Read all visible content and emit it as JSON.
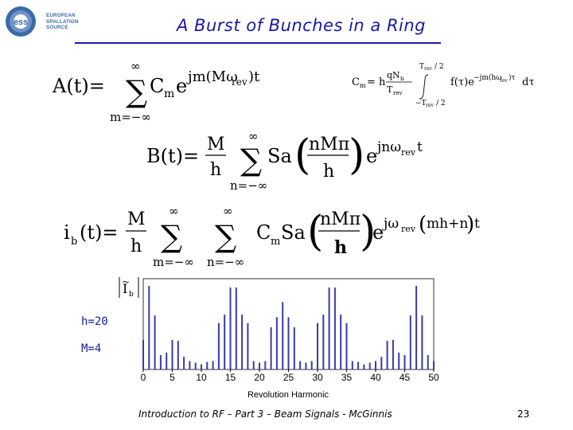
{
  "slide": {
    "title": "A Burst of Bunches in a Ring",
    "footer": "Introduction to RF – Part 3 – Beam Signals - McGinnis",
    "page_number": "23",
    "logo_lines": [
      "EUROPEAN",
      "SPALLATION",
      "SOURCE"
    ],
    "logo_badge": "ess",
    "params": [
      "h=20",
      "M=4"
    ]
  },
  "colors": {
    "title": "#1a1aa0",
    "bars": "#3a3aa8",
    "logo": "#3a6aa8"
  },
  "chart_data": {
    "type": "bar",
    "title": "",
    "xlabel": "Revolution Harmonic",
    "ylabel": "|Ĩb|",
    "xlim": [
      0,
      50
    ],
    "xticks": [
      0,
      5,
      10,
      15,
      20,
      25,
      30,
      35,
      40,
      45,
      50
    ],
    "x": [
      0,
      1,
      2,
      3,
      4,
      5,
      6,
      7,
      8,
      9,
      10,
      11,
      12,
      13,
      14,
      15,
      16,
      17,
      18,
      19,
      20,
      21,
      22,
      23,
      24,
      25,
      26,
      27,
      28,
      29,
      30,
      31,
      32,
      33,
      34,
      35,
      36,
      37,
      38,
      39,
      40,
      41,
      42,
      43,
      44,
      45,
      46,
      47,
      48,
      49,
      50
    ],
    "values": [
      0.35,
      0.99,
      0.64,
      0.17,
      0.2,
      0.35,
      0.34,
      0.15,
      0.1,
      0.08,
      0.06,
      0.09,
      0.1,
      0.55,
      0.65,
      0.97,
      0.97,
      0.65,
      0.55,
      0.1,
      0.08,
      0.1,
      0.5,
      0.62,
      0.8,
      0.62,
      0.5,
      0.1,
      0.08,
      0.1,
      0.55,
      0.65,
      0.97,
      0.97,
      0.65,
      0.55,
      0.1,
      0.09,
      0.06,
      0.08,
      0.1,
      0.15,
      0.34,
      0.35,
      0.2,
      0.17,
      0.64,
      0.99,
      0.64,
      0.17,
      0.1
    ]
  }
}
